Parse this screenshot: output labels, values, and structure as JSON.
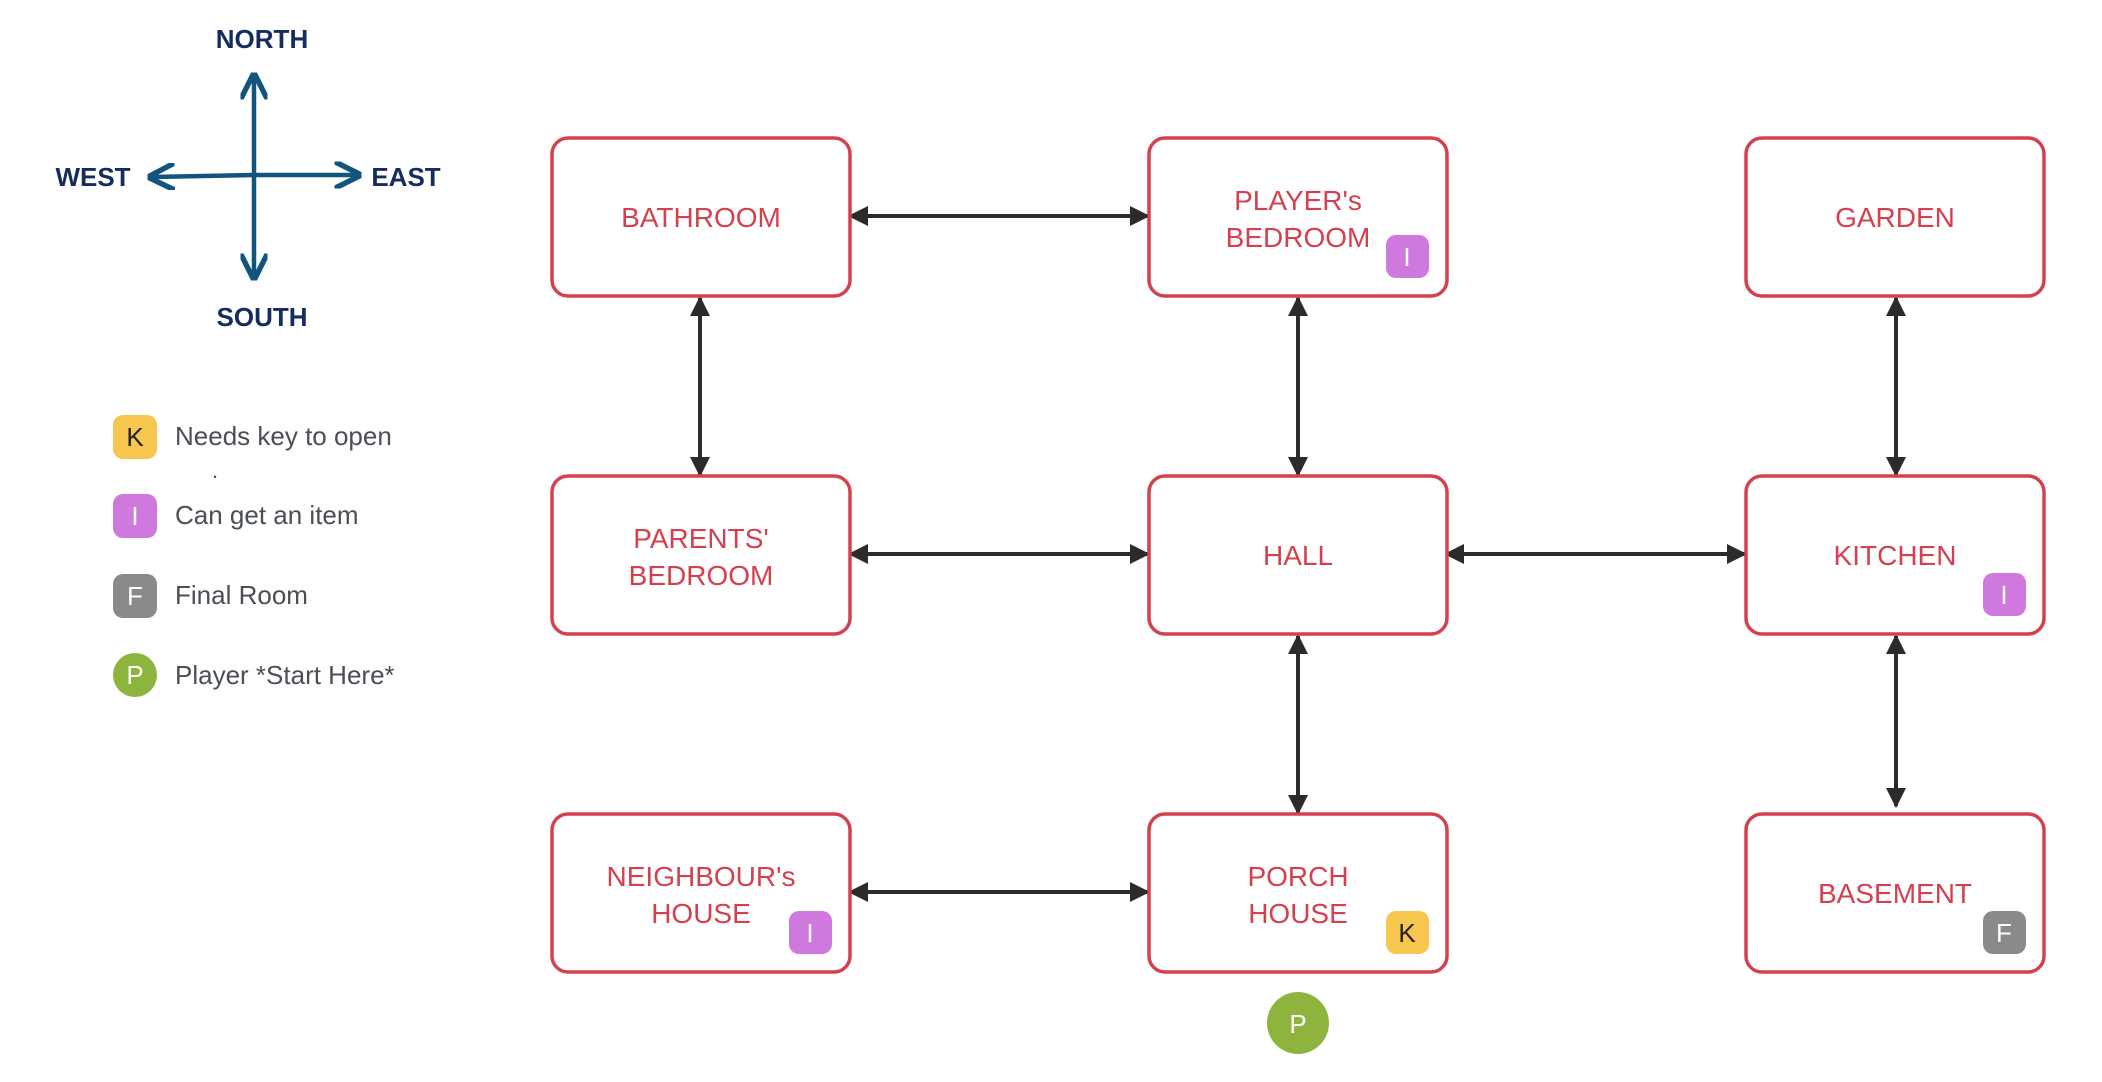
{
  "compass": {
    "north": "NORTH",
    "south": "SOUTH",
    "east": "EAST",
    "west": "WEST"
  },
  "colors": {
    "key": "#f6c64f",
    "item": "#cf78dd",
    "final": "#8a8a8a",
    "player": "#8db43c",
    "room_border": "#d5404e",
    "compass": "#11557e"
  },
  "legend": {
    "key": {
      "letter": "K",
      "text": "Needs key to open",
      "note": "."
    },
    "item": {
      "letter": "I",
      "text": "Can get an item"
    },
    "final": {
      "letter": "F",
      "text": "Final Room"
    },
    "player": {
      "letter": "P",
      "text": "Player *Start Here*"
    }
  },
  "rooms": {
    "bathroom": {
      "lines": [
        "BATHROOM"
      ]
    },
    "players_bedroom": {
      "lines": [
        "PLAYER's",
        "BEDROOM"
      ],
      "badge": "I"
    },
    "garden": {
      "lines": [
        "GARDEN"
      ]
    },
    "parents_bedroom": {
      "lines": [
        "PARENTS'",
        "BEDROOM"
      ]
    },
    "hall": {
      "lines": [
        "HALL"
      ]
    },
    "kitchen": {
      "lines": [
        "KITCHEN"
      ],
      "badge": "I"
    },
    "neighbours_house": {
      "lines": [
        "NEIGHBOUR's",
        "HOUSE"
      ],
      "badge": "I"
    },
    "porch_house": {
      "lines": [
        "PORCH",
        "HOUSE"
      ],
      "badge": "K"
    },
    "basement": {
      "lines": [
        "BASEMENT"
      ],
      "badge": "F"
    }
  },
  "player_marker": {
    "letter": "P"
  },
  "connections": [
    [
      "bathroom",
      "players_bedroom"
    ],
    [
      "bathroom",
      "parents_bedroom"
    ],
    [
      "players_bedroom",
      "hall"
    ],
    [
      "parents_bedroom",
      "hall"
    ],
    [
      "hall",
      "kitchen"
    ],
    [
      "garden",
      "kitchen"
    ],
    [
      "hall",
      "porch_house"
    ],
    [
      "kitchen",
      "basement"
    ],
    [
      "neighbours_house",
      "porch_house"
    ]
  ]
}
